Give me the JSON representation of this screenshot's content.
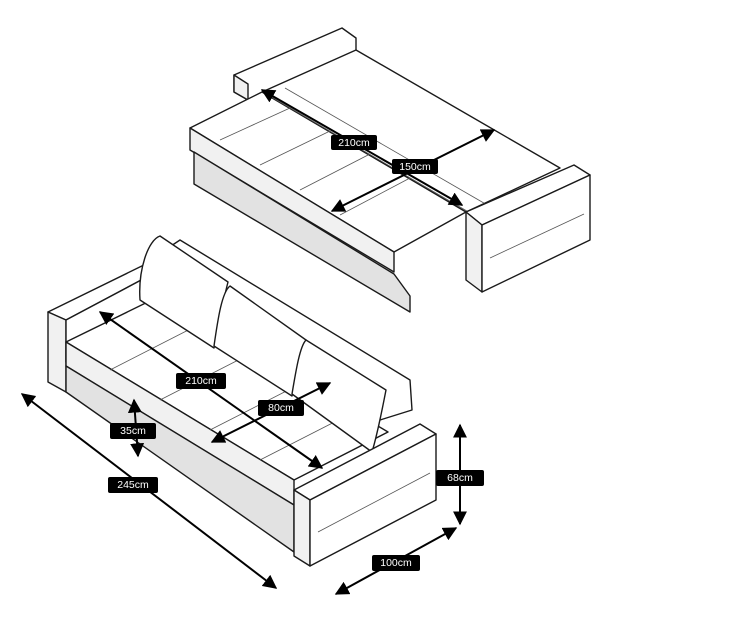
{
  "dimensions": {
    "bed_length": "210cm",
    "bed_width": "150cm",
    "seat_length": "210cm",
    "seat_depth": "80cm",
    "seat_height": "35cm",
    "overall_length": "245cm",
    "overall_height": "68cm",
    "overall_depth": "100cm"
  },
  "colors": {
    "line": "#1a1a1a",
    "label_bg": "#000000",
    "label_text": "#ffffff"
  }
}
